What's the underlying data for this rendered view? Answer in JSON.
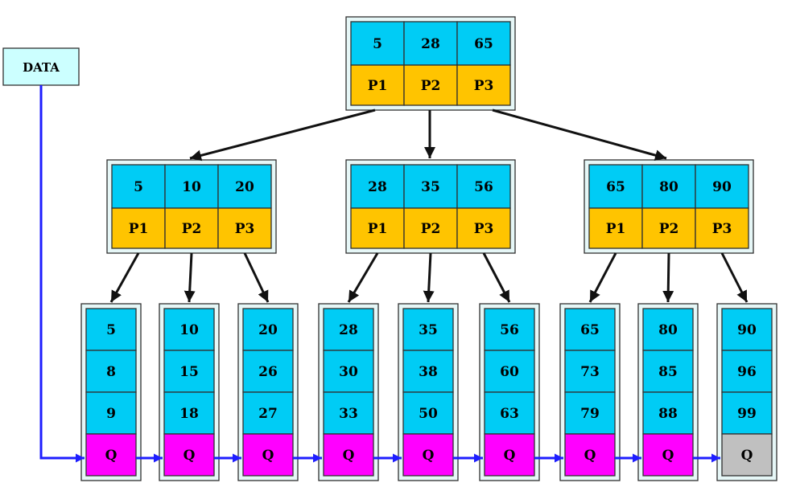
{
  "colors": {
    "key": "#00CCF5",
    "pointer": "#FFC400",
    "link": "#FF00FF",
    "terminal": "#C0C0C0",
    "data_box": "#CCFFFF",
    "frame": "#E6F7F7",
    "border": "#303030",
    "tree_arrow": "#111111",
    "chain_arrow": "#1E1EFF"
  },
  "data_label": "DATA",
  "root": {
    "keys": [
      "5",
      "28",
      "65"
    ],
    "pointers": [
      "P1",
      "P2",
      "P3"
    ]
  },
  "internal": [
    {
      "keys": [
        "5",
        "10",
        "20"
      ],
      "pointers": [
        "P1",
        "P2",
        "P3"
      ]
    },
    {
      "keys": [
        "28",
        "35",
        "56"
      ],
      "pointers": [
        "P1",
        "P2",
        "P3"
      ]
    },
    {
      "keys": [
        "65",
        "80",
        "90"
      ],
      "pointers": [
        "P1",
        "P2",
        "P3"
      ]
    }
  ],
  "leaves": [
    {
      "keys": [
        "5",
        "8",
        "9"
      ],
      "next": "Q"
    },
    {
      "keys": [
        "10",
        "15",
        "18"
      ],
      "next": "Q"
    },
    {
      "keys": [
        "20",
        "26",
        "27"
      ],
      "next": "Q"
    },
    {
      "keys": [
        "28",
        "30",
        "33"
      ],
      "next": "Q"
    },
    {
      "keys": [
        "35",
        "38",
        "50"
      ],
      "next": "Q"
    },
    {
      "keys": [
        "56",
        "60",
        "63"
      ],
      "next": "Q"
    },
    {
      "keys": [
        "65",
        "73",
        "79"
      ],
      "next": "Q"
    },
    {
      "keys": [
        "80",
        "85",
        "88"
      ],
      "next": "Q"
    },
    {
      "keys": [
        "90",
        "96",
        "99"
      ],
      "next": "Q",
      "terminal": true
    }
  ]
}
